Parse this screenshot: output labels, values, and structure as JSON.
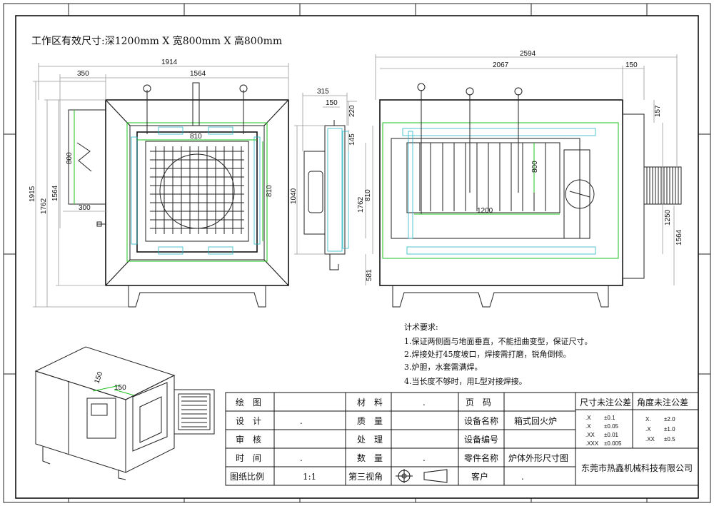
{
  "heading": "工作区有效尺寸:深1200mm X 宽800mm X 高800mm",
  "dims_front": {
    "w1914": "1914",
    "w350": "350",
    "w1564": "1564",
    "w810": "810",
    "h1915": "1915",
    "h1762": "1762",
    "h1564": "1564",
    "h800": "800",
    "h810": "810",
    "w300": "300"
  },
  "dims_side": {
    "w315": "315",
    "w150": "150",
    "h220": "220",
    "h145": "145",
    "h1040": "1040"
  },
  "dims_right": {
    "w2594": "2594",
    "w2067": "2067",
    "w150": "150",
    "h157": "157",
    "h810": "810",
    "h1762": "1762",
    "h581": "581",
    "h800": "800",
    "w1200": "1200",
    "h1250": "1250",
    "h1564": "1564"
  },
  "iso_dims": {
    "d150a": "150",
    "d150b": "150"
  },
  "tech": {
    "title": "计术要求:",
    "items": [
      "1.保证两侧面与地面垂直，不能扭曲变型，保证尺寸。",
      "2.焊接处打45度坡口，焊接需打磨，锐角倒倾。",
      "3.炉胆，水套需满焊。",
      "4.当长度不够时，用L型对接焊接。"
    ]
  },
  "titleblock": {
    "rows": [
      {
        "k1": "绘　图",
        "v1": "",
        "k2": "材　料",
        "v2": ".",
        "k3": "页　码",
        "v3": ""
      },
      {
        "k1": "设　计",
        "v1": ".",
        "k2": "质　量",
        "v2": "",
        "k3": "设备名称",
        "v3": "箱式回火炉"
      },
      {
        "k1": "审　核",
        "v1": "",
        "k2": "处　理",
        "v2": "",
        "k3": "设备编号",
        "v3": ""
      },
      {
        "k1": "时　间",
        "v1": ".",
        "k2": "数　量",
        "v2": ".",
        "k3": "零件名称",
        "v3": "炉体外形尺寸图"
      },
      {
        "k1": "图纸比例",
        "v1": "1:1",
        "k2": "第三视角",
        "v2": "",
        "k3": "客户",
        "v3": "."
      }
    ],
    "tol_title": "尺寸未注公差",
    "tol": [
      [
        ".X",
        "±0.1"
      ],
      [
        ".X",
        "±0.05"
      ],
      [
        ".XX",
        "±0.01"
      ],
      [
        ".XXX",
        "±0.005"
      ]
    ],
    "ang_title": "角度未注公差",
    "ang": [
      [
        "X.",
        "±2.0"
      ],
      [
        ".X",
        "±1.0"
      ],
      [
        ".XX",
        "±0.5"
      ]
    ],
    "company": "东莞市热鑫机械科技有限公司"
  }
}
